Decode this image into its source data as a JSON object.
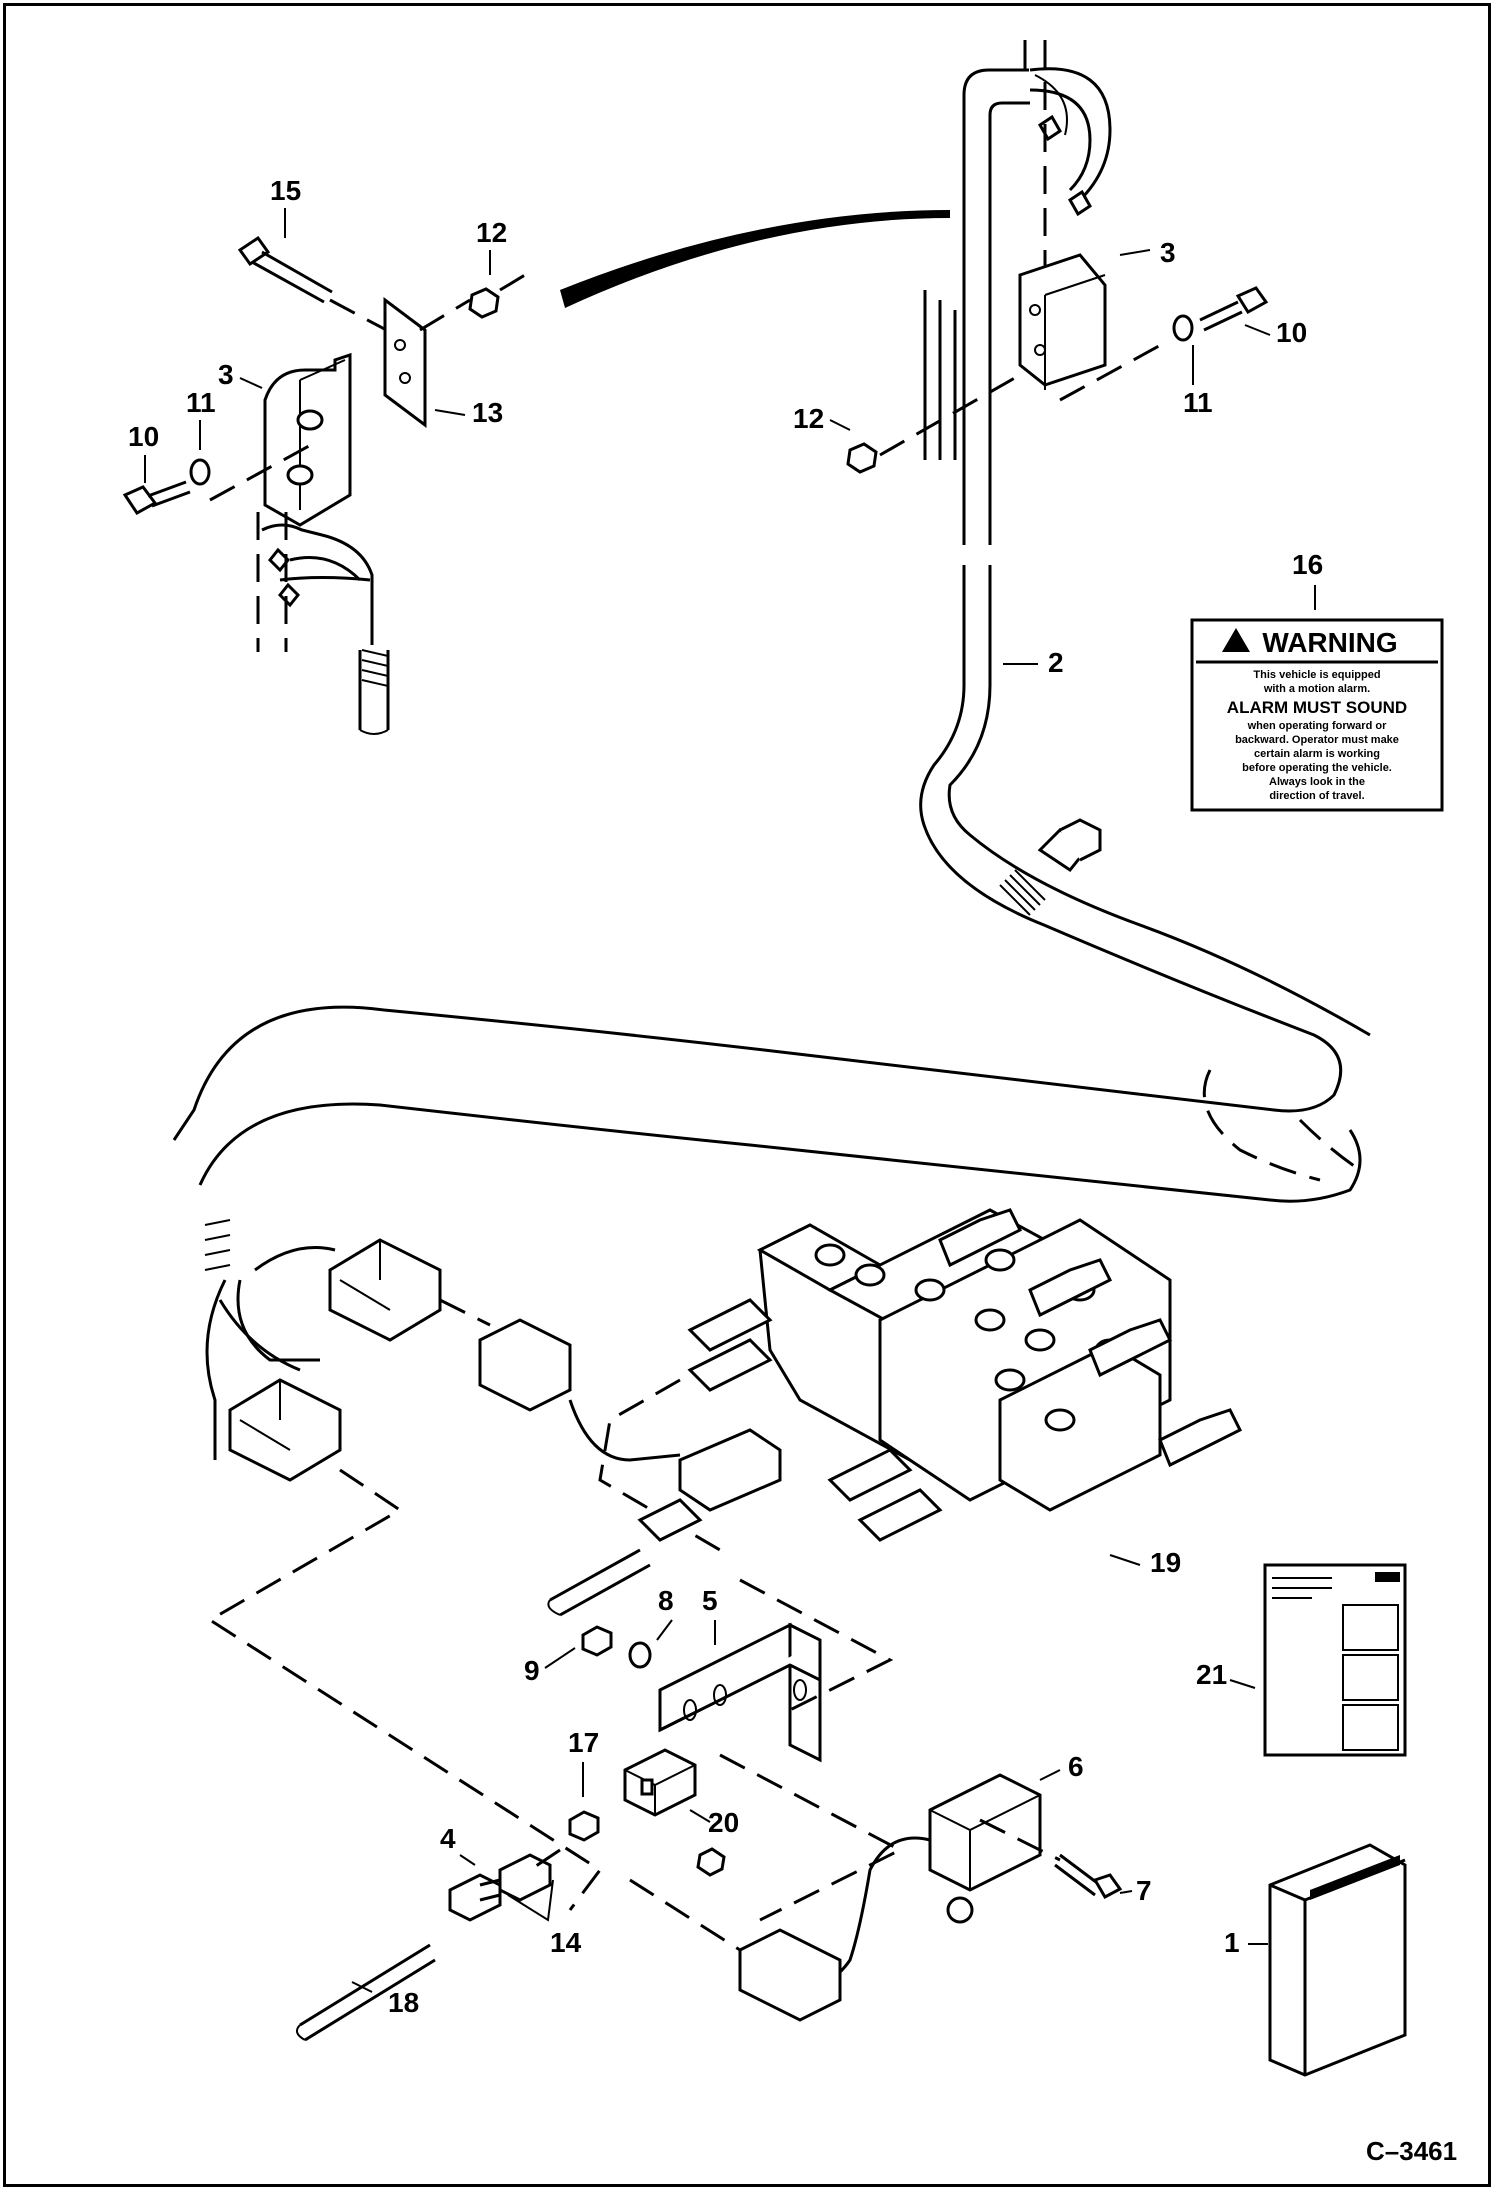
{
  "diagram_code": "C–3461",
  "callouts": [
    "1",
    "2",
    "3",
    "3",
    "4",
    "5",
    "6",
    "7",
    "8",
    "9",
    "10",
    "10",
    "11",
    "11",
    "12",
    "12",
    "13",
    "14",
    "15",
    "16",
    "17",
    "18",
    "19",
    "20",
    "21"
  ],
  "warning_decal": {
    "heading": "WARNING",
    "line1": "This vehicle is equipped",
    "line2": "with a motion alarm.",
    "emphasis": "ALARM MUST SOUND",
    "line3": "when operating forward or",
    "line4": "backward. Operator must make",
    "line5": "certain alarm is working",
    "line6": "before operating the vehicle.",
    "line7": "Always look in the",
    "line8": "direction of travel."
  }
}
